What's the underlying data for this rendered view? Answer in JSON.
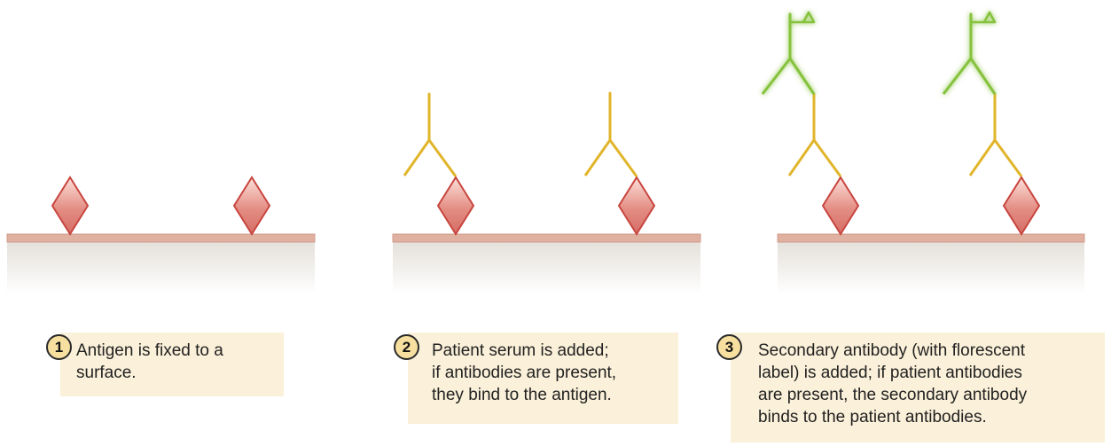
{
  "colors": {
    "antigen_fill": "#e7938a",
    "antigen_stroke": "#c8453f",
    "surface_line": "#e0b0a0",
    "primary_antibody": "#e1b52a",
    "secondary_antibody": "#86c23c",
    "caption_bg": "#fbf0d9",
    "badge_fill": "#f7dfa0"
  },
  "steps": [
    {
      "number": "1",
      "caption": "Antigen is fixed to a\nsurface.",
      "primary_antibodies": false,
      "secondary_antibodies": false
    },
    {
      "number": "2",
      "caption": "Patient serum is added;\nif antibodies are present,\nthey bind to the antigen.",
      "primary_antibodies": true,
      "secondary_antibodies": false
    },
    {
      "number": "3",
      "caption": "Secondary antibody (with florescent\nlabel) is added; if patient antibodies\nare present, the secondary antibody\nbinds to the patient antibodies.",
      "primary_antibodies": true,
      "secondary_antibodies": true
    }
  ]
}
